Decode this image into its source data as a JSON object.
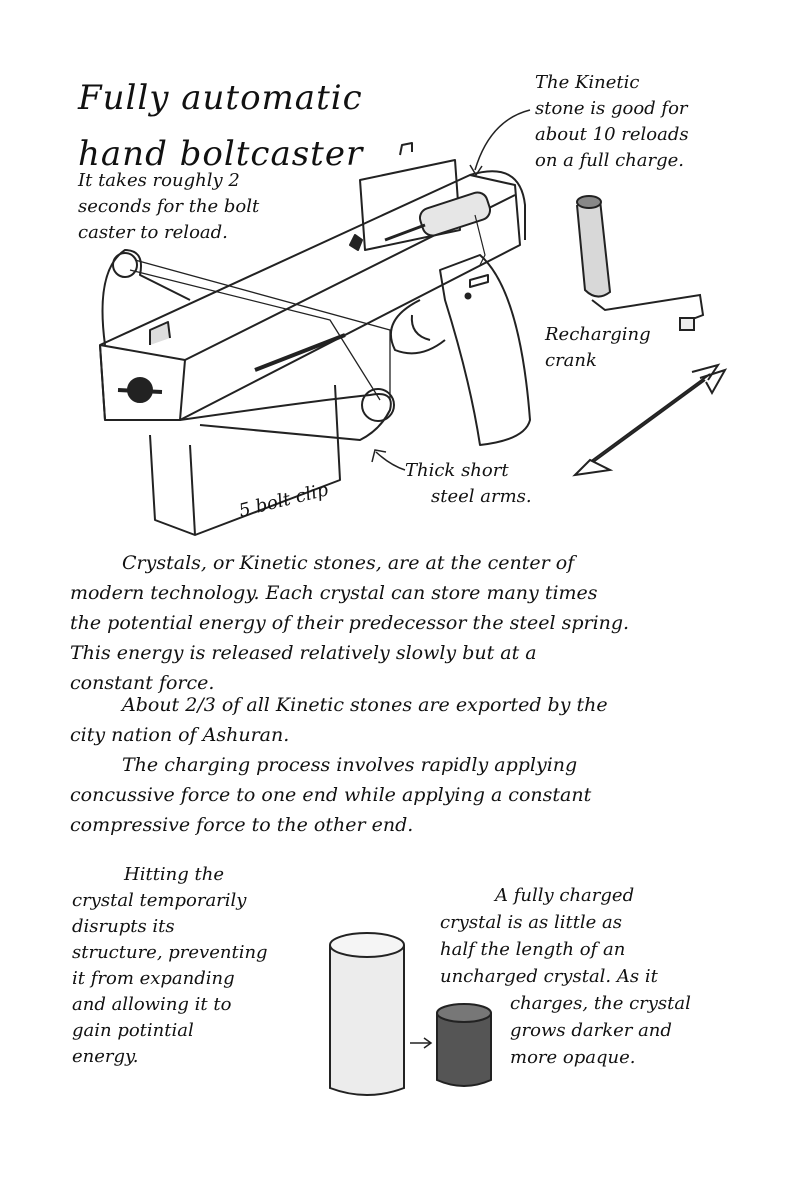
{
  "title": {
    "line1": "Fully automatic",
    "line2": "hand boltcaster"
  },
  "annotations": {
    "reload": [
      "It takes roughly 2",
      "seconds for the bolt",
      "caster to reload."
    ],
    "kinetic": [
      "The Kinetic",
      "stone is good for",
      "about 10 reloads",
      "on a full charge."
    ],
    "crank": [
      "Recharging",
      "crank"
    ],
    "arms": [
      "Thick short",
      "steel arms."
    ],
    "clip": "5 bolt clip"
  },
  "paragraphs": [
    [
      "Crystals, or Kinetic stones, are at the center of",
      "modern technology. Each crystal can store many times",
      "the potential energy of their predecessor the steel spring.",
      "This energy is released relatively slowly but at a",
      "constant force."
    ],
    [
      "About 2/3 of all Kinetic stones are exported by the",
      "city nation of Ashuran."
    ],
    [
      "The charging process involves rapidly applying",
      "concussive force to one end while applying a constant",
      "compressive force to the other end."
    ]
  ],
  "crystal_notes": {
    "left": [
      "Hitting the",
      "crystal temporarily",
      "disrupts its",
      "structure, preventing",
      "it from expanding",
      "and allowing it to",
      "gain potintial",
      "energy."
    ],
    "right": [
      "A fully charged",
      "crystal is as little as",
      "half the length of an",
      "uncharged crystal. As it",
      "charges, the crystal",
      "grows darker and",
      "more opaque."
    ]
  }
}
